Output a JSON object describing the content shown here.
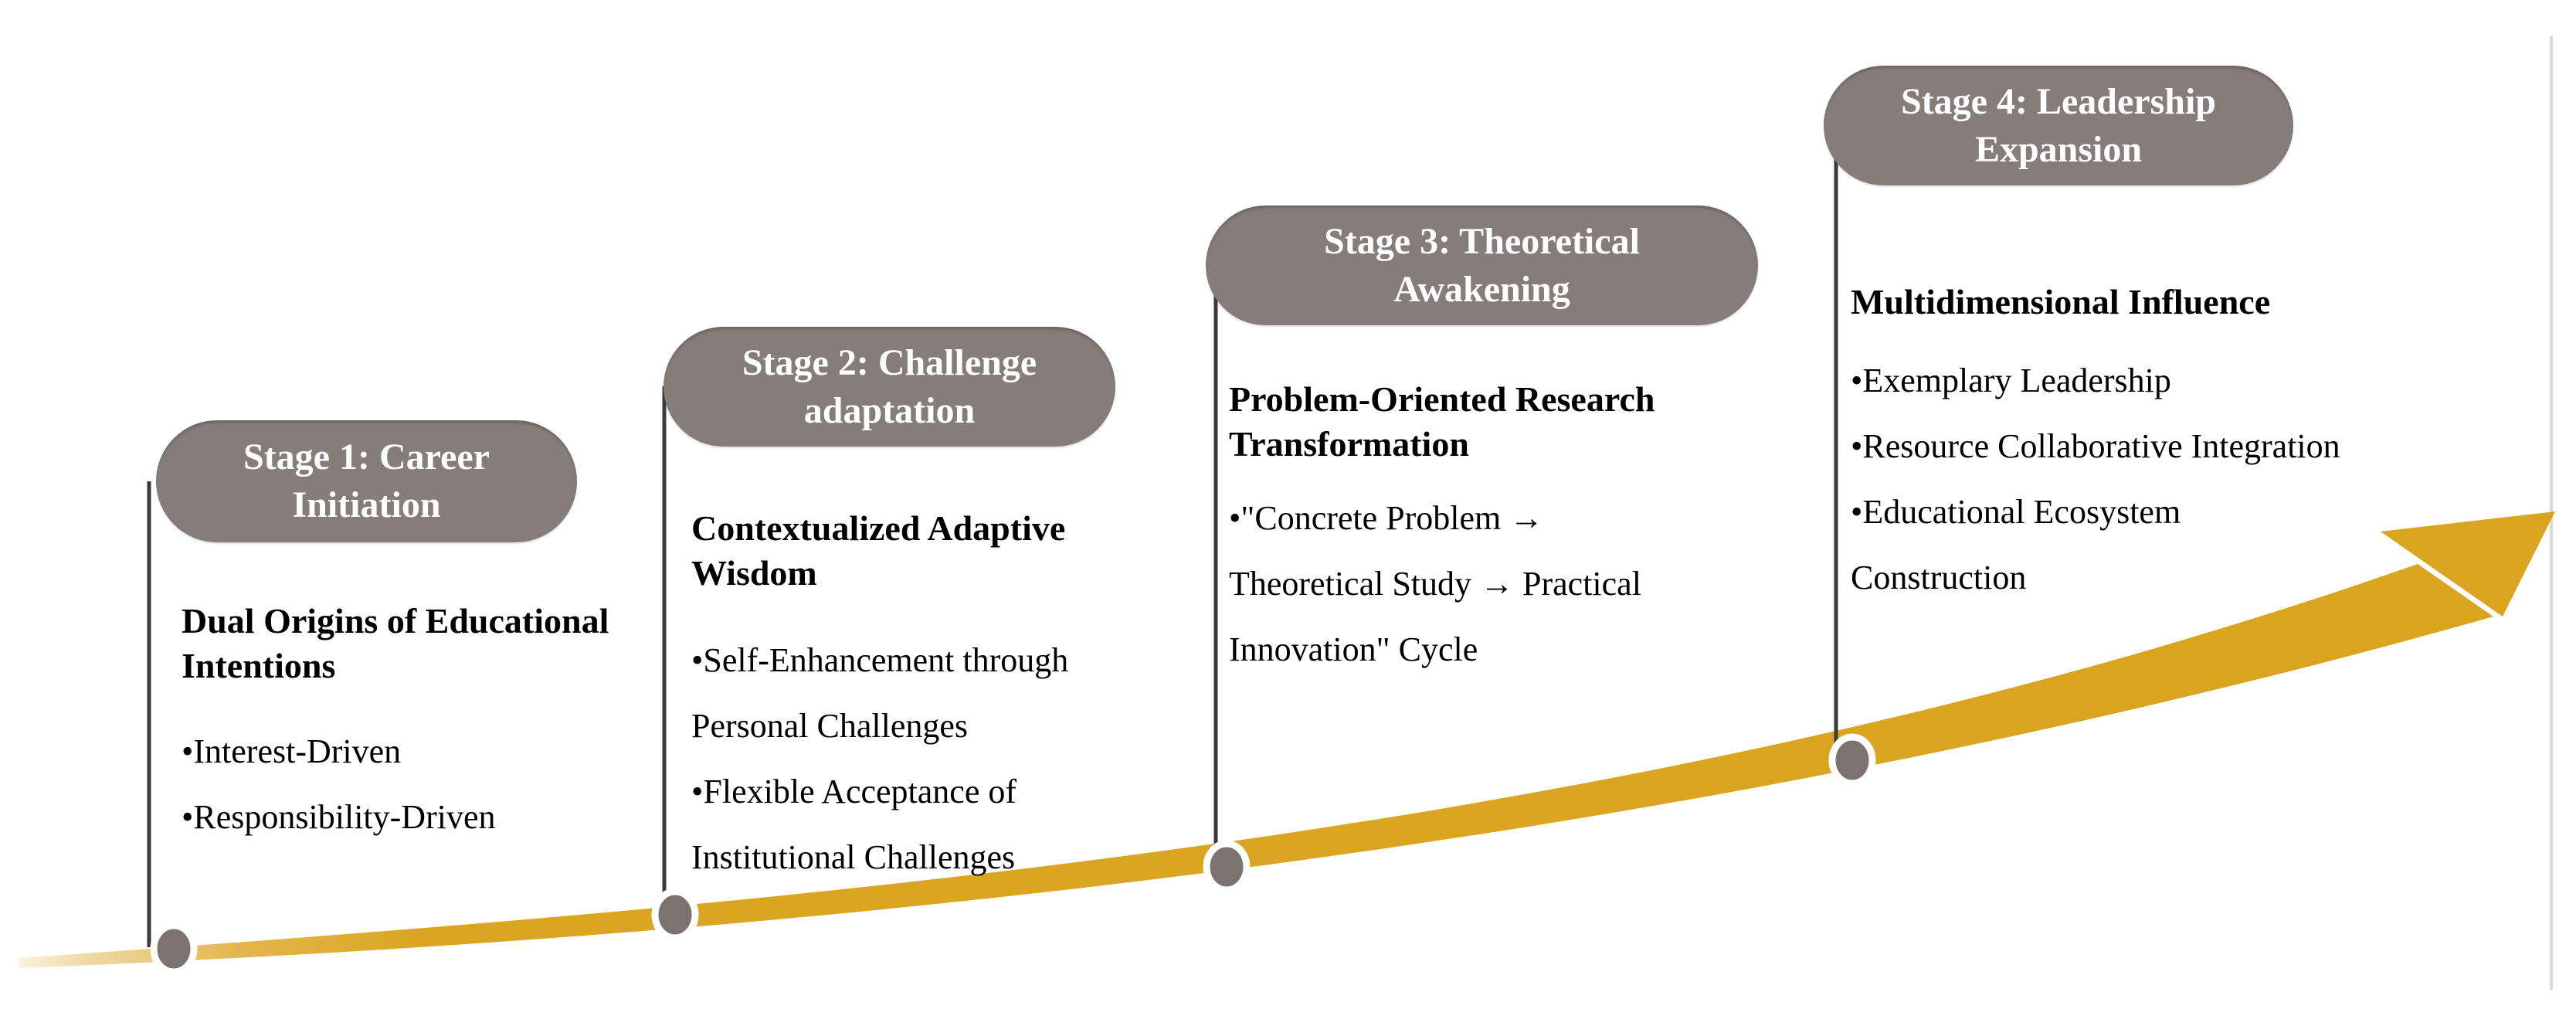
{
  "stages": [
    {
      "pill_line1": "Stage 1: Career",
      "pill_line2": "Initiation",
      "heading": "Dual Origins of Educational Intentions",
      "lines": [
        "•Interest-Driven",
        "•Responsibility-Driven"
      ]
    },
    {
      "pill_line1": "Stage 2: Challenge",
      "pill_line2": "adaptation",
      "heading": "Contextualized Adaptive Wisdom",
      "lines": [
        "•Self-Enhancement through",
        "Personal Challenges",
        "•Flexible Acceptance of",
        "Institutional Challenges"
      ]
    },
    {
      "pill_line1": "Stage 3: Theoretical",
      "pill_line2": "Awakening",
      "heading": "Problem-Oriented Research Transformation",
      "lines": [
        "•\"Concrete Problem →",
        "Theoretical Study → Practical",
        "Innovation\" Cycle"
      ]
    },
    {
      "pill_line1": "Stage 4: Leadership",
      "pill_line2": "Expansion",
      "heading": "Multidimensional Influence",
      "lines": [
        "•Exemplary Leadership",
        "•Resource Collaborative Integration",
        "•Educational Ecosystem",
        "Construction"
      ]
    }
  ],
  "colors": {
    "stage_pill": "#857D7A",
    "pill_text": "#FFFFFF",
    "body_text": "#000000",
    "marker_dot": "#7A7370",
    "connector_line": "#3A3A3A",
    "arrow_gold": "#D9A420",
    "frame_line": "#D9D9DE"
  }
}
